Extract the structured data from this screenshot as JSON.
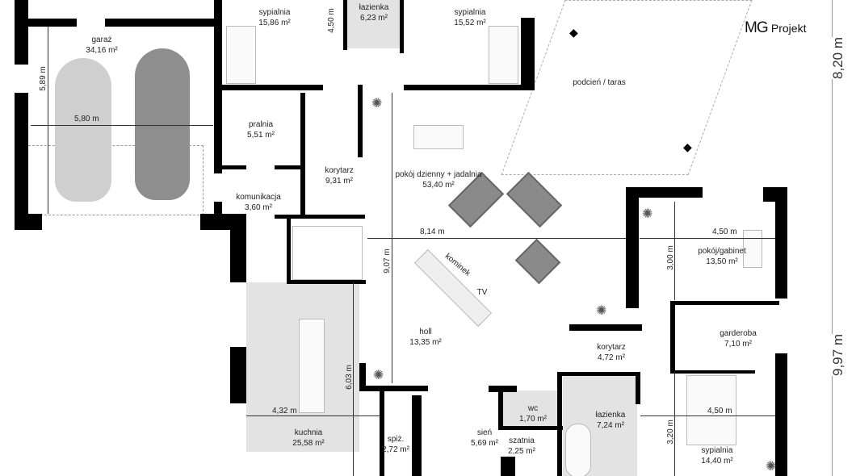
{
  "logo": {
    "brand": "MG",
    "text": "Projekt"
  },
  "rooms": {
    "garage": {
      "name": "garaż",
      "area": "34,16 m²"
    },
    "bedroom1": {
      "name": "sypialnia",
      "area": "15,86 m²"
    },
    "bathroom1": {
      "name": "łazienka",
      "area": "6,23 m²"
    },
    "bedroom2": {
      "name": "sypialnia",
      "area": "15,52 m²"
    },
    "terrace": {
      "name": "podcień / taras"
    },
    "laundry": {
      "name": "pralnia",
      "area": "5,51 m²"
    },
    "corridor1": {
      "name": "korytarz",
      "area": "9,31 m²"
    },
    "communication": {
      "name": "komunikacja",
      "area": "3,60 m²"
    },
    "living": {
      "name": "pokój dzienny + jadalnia",
      "area": "53,40 m²"
    },
    "office": {
      "name": "pokój/gabinet",
      "area": "13,50 m²"
    },
    "fireplace": {
      "name": "kominek"
    },
    "tv": {
      "name": "TV"
    },
    "hall": {
      "name": "holl",
      "area": "13,35 m²"
    },
    "corridor2": {
      "name": "korytarz",
      "area": "4,72 m²"
    },
    "wardrobe": {
      "name": "garderoba",
      "area": "7,10 m²"
    },
    "kitchen": {
      "name": "kuchnia",
      "area": "25,58 m²"
    },
    "pantry": {
      "name": "spiż.",
      "area": "2,72 m²"
    },
    "vestibule": {
      "name": "sień",
      "area": "5,69 m²"
    },
    "cloakroom": {
      "name": "szatnia",
      "area": "2,25 m²"
    },
    "wc": {
      "name": "wc",
      "area": "1,70 m²"
    },
    "bathroom2": {
      "name": "łazienka",
      "area": "7,24 m²"
    },
    "bedroom3": {
      "name": "sypialnia",
      "area": "14,40 m²"
    }
  },
  "dimensions": {
    "garage_depth": "5,89 m",
    "garage_width": "5,80 m",
    "bedroom1_depth": "4,50 m",
    "living_width": "8,14 m",
    "living_depth": "9,07 m",
    "office_width": "4,50 m",
    "office_depth": "3,00 m",
    "kitchen_depth": "6,03 m",
    "kitchen_width": "4,32 m",
    "bedroom3_width": "4,50 m",
    "bedroom3_depth": "3,20 m",
    "overall_top": "8,20 m",
    "overall_right": "9,97 m"
  }
}
